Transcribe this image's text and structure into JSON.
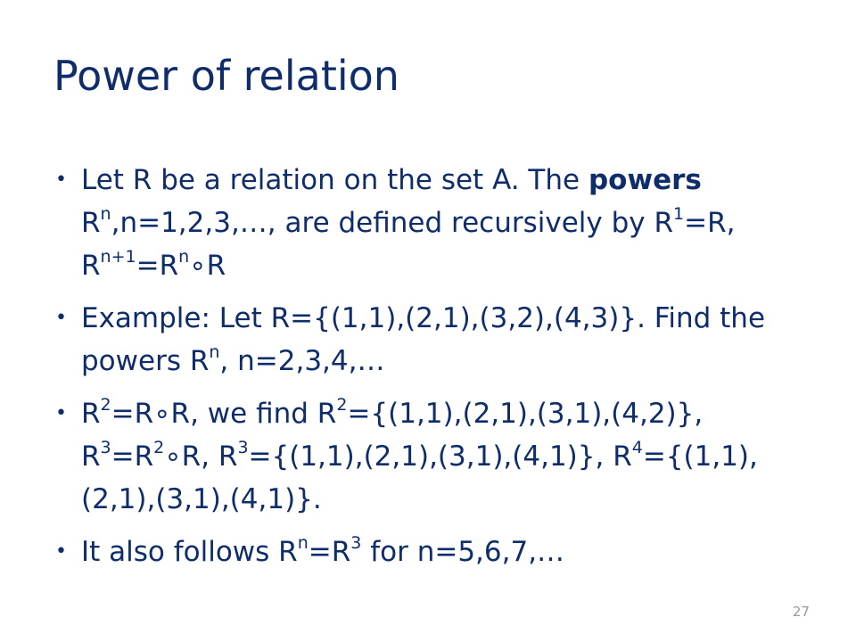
{
  "slide": {
    "title": "Power of relation",
    "page_number": "27",
    "bullets": [
      {
        "id": "definition",
        "parts": [
          {
            "t": "Let R be a relation on the set A. The "
          },
          {
            "t": "powers",
            "bold": true
          },
          {
            "t": " R"
          },
          {
            "t": "n",
            "sup": true
          },
          {
            "t": ",n=1,2,3,…, are defined recursively by R"
          },
          {
            "t": "1",
            "sup": true
          },
          {
            "t": "=R, R"
          },
          {
            "t": "n+1",
            "sup": true
          },
          {
            "t": "=R"
          },
          {
            "t": "n",
            "sup": true
          },
          {
            "t": "∘R"
          }
        ]
      },
      {
        "id": "example",
        "parts": [
          {
            "t": "Example: Let R={(1,1),(2,1),(3,2),(4,3)}. Find the powers R"
          },
          {
            "t": "n",
            "sup": true
          },
          {
            "t": ", n=2,3,4,…"
          }
        ]
      },
      {
        "id": "computation",
        "parts": [
          {
            "t": "R"
          },
          {
            "t": "2",
            "sup": true
          },
          {
            "t": "=R∘R, we find R"
          },
          {
            "t": "2",
            "sup": true
          },
          {
            "t": "={(1,1),(2,1),(3,1),(4,2)}, R"
          },
          {
            "t": "3",
            "sup": true
          },
          {
            "t": "=R"
          },
          {
            "t": "2",
            "sup": true
          },
          {
            "t": "∘R, R"
          },
          {
            "t": "3",
            "sup": true
          },
          {
            "t": "={(1,1),(2,1),(3,1),(4,1)}, R"
          },
          {
            "t": "4",
            "sup": true
          },
          {
            "t": "={(1,1),(2,1),(3,1),(4,1)}."
          }
        ]
      },
      {
        "id": "conclusion",
        "parts": [
          {
            "t": "It also follows R"
          },
          {
            "t": "n",
            "sup": true
          },
          {
            "t": "=R"
          },
          {
            "t": "3",
            "sup": true
          },
          {
            "t": " for n=5,6,7,…"
          }
        ]
      }
    ]
  },
  "colors": {
    "text": "#0f2c6b",
    "background": "#ffffff",
    "page_number": "#9a9a9a"
  }
}
